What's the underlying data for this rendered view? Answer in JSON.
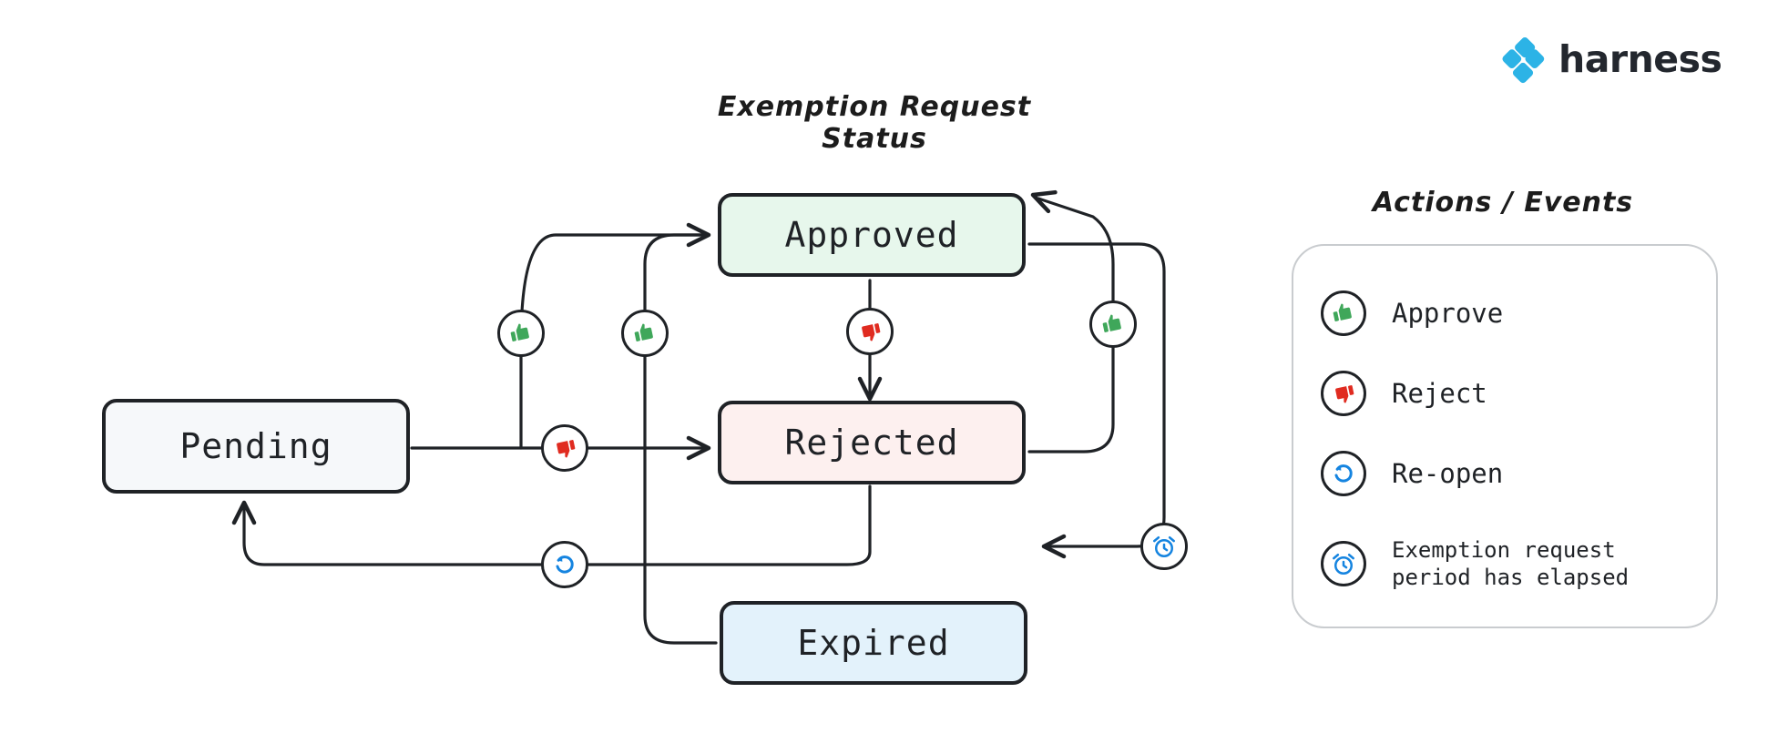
{
  "brand": {
    "name": "harness",
    "logo_icon": "harness-diamond-logo",
    "logo_color": "#2cb3e6"
  },
  "diagram": {
    "title": "Exemption Request Status",
    "nodes": [
      {
        "id": "pending",
        "label": "Pending",
        "fill": "#f6f8fa"
      },
      {
        "id": "approved",
        "label": "Approved",
        "fill": "#e7f7ec"
      },
      {
        "id": "rejected",
        "label": "Rejected",
        "fill": "#fdf0ef"
      },
      {
        "id": "expired",
        "label": "Expired",
        "fill": "#e3f2fb"
      }
    ],
    "transitions": [
      {
        "from": "pending",
        "to": "approved",
        "icon": "thumbs-up-icon",
        "action": "Approve"
      },
      {
        "from": "pending",
        "to": "rejected",
        "icon": "thumbs-down-icon",
        "action": "Reject"
      },
      {
        "from": "approved",
        "to": "rejected",
        "icon": "thumbs-down-icon",
        "action": "Reject"
      },
      {
        "from": "rejected",
        "to": "approved",
        "icon": "thumbs-up-icon",
        "action": "Approve"
      },
      {
        "from": "rejected",
        "to": "pending",
        "icon": "reopen-icon",
        "action": "Re-open"
      },
      {
        "from": "expired",
        "to": "approved",
        "icon": "thumbs-up-icon",
        "action": "Approve"
      },
      {
        "from": "approved",
        "to": "expired",
        "icon": "alarm-clock-icon",
        "action": "Exemption request period has elapsed"
      }
    ]
  },
  "legend": {
    "title": "Actions / Events",
    "items": [
      {
        "icon": "thumbs-up-icon",
        "label": "Approve",
        "color": "#3fa75a"
      },
      {
        "icon": "thumbs-down-icon",
        "label": "Reject",
        "color": "#e02b20"
      },
      {
        "icon": "reopen-icon",
        "label": "Re-open",
        "color": "#1584e0"
      },
      {
        "icon": "alarm-clock-icon",
        "label": "Exemption request\nperiod has elapsed",
        "color": "#1584e0"
      }
    ]
  },
  "colors": {
    "stroke": "#1f2226",
    "green": "#3fa75a",
    "red": "#e02b20",
    "blue": "#1584e0",
    "panel_border": "#c9cccf"
  }
}
